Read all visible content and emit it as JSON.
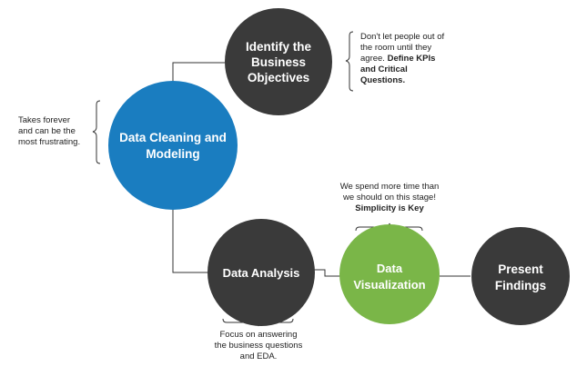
{
  "nodes": {
    "identify": {
      "line1": "Identify the",
      "line2": "Business",
      "line3": "Objectives",
      "color": "#3a3a3a"
    },
    "cleaning": {
      "line1": "Data Cleaning and",
      "line2": "Modeling",
      "color": "#1a7dc0"
    },
    "analysis": {
      "line1": "Data Analysis",
      "color": "#3a3a3a"
    },
    "visualization": {
      "line1": "Data",
      "line2": "Visualization",
      "color": "#7ab648"
    },
    "present": {
      "line1": "Present",
      "line2": "Findings",
      "color": "#3a3a3a"
    }
  },
  "notes": {
    "identify": {
      "l1": "Don't let people out of",
      "l2": "the room until they",
      "l3_plain": "agree. ",
      "l3_bold": "Define KPIs",
      "l4": "and Critical",
      "l5": "Questions."
    },
    "cleaning": {
      "l1": "Takes forever",
      "l2": "and can be the",
      "l3": "most frustrating."
    },
    "visualization": {
      "l1": "We spend more time than",
      "l2": "we should on this stage!",
      "l3": "Simplicity is Key"
    },
    "analysis": {
      "l1": "Focus on answering",
      "l2": "the business questions",
      "l3": "and EDA."
    }
  }
}
